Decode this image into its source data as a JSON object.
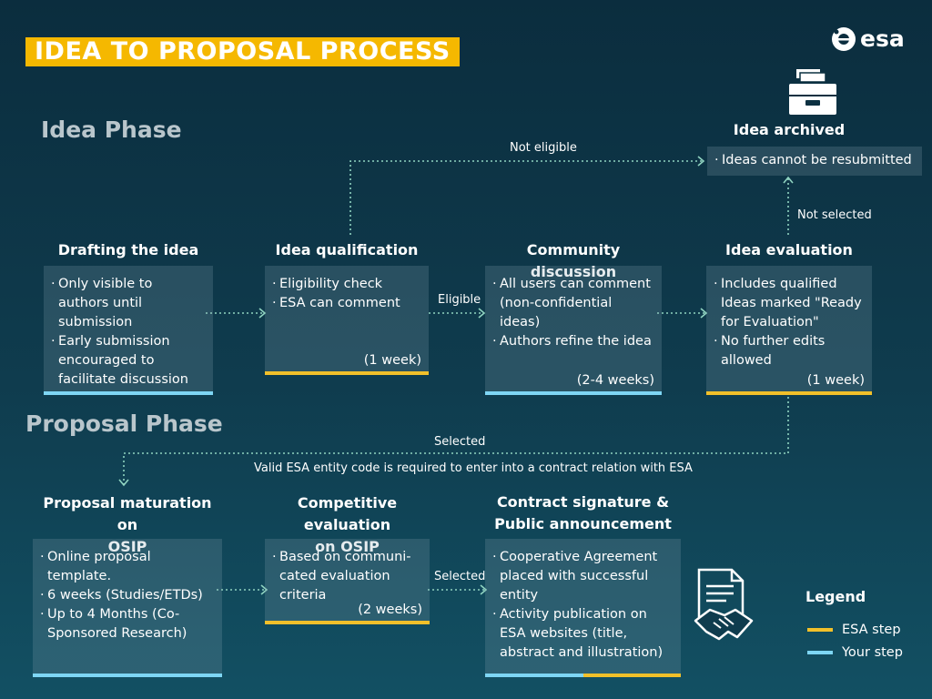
{
  "title": "IDEA TO PROPOSAL PROCESS",
  "logo": {
    "text": "esa",
    "icon": "esa-logo-icon"
  },
  "phases": {
    "idea": "Idea Phase",
    "proposal": "Proposal Phase"
  },
  "steps": {
    "drafting": {
      "title": "Drafting the idea",
      "items": [
        "Only visible to authors until submission",
        "Early submission encouraged to facilitate discussion"
      ],
      "duration": "",
      "owner": "Your step"
    },
    "qualification": {
      "title": "Idea qualification",
      "items": [
        "Eligibility check",
        "ESA can comment"
      ],
      "duration": "(1 week)",
      "owner": "ESA step"
    },
    "discussion": {
      "title": "Community discussion",
      "items": [
        "All users can comment (non-confidential ideas)",
        "Authors refine the idea"
      ],
      "duration": "(2-4 weeks)",
      "owner": "Your step"
    },
    "evaluation": {
      "title": "Idea evaluation",
      "items": [
        "Includes qualified Ideas marked \"Ready for Evaluation\"",
        "No further edits allowed"
      ],
      "duration": "(1 week)",
      "owner": "ESA step"
    },
    "archived": {
      "title": "Idea archived",
      "items": [
        "Ideas cannot be resubmitted"
      ],
      "icon": "archive-drawer-icon"
    },
    "maturation": {
      "title_line1": "Proposal maturation on",
      "title_line2": "OSIP",
      "items": [
        "Online proposal template.",
        "6 weeks (Studies/ETDs)",
        "Up to 4 Months (Co-Sponsored Research)"
      ],
      "owner": "Your step"
    },
    "competitive": {
      "title_line1": "Competitive evaluation",
      "title_line2": "on OSIP",
      "items": [
        "Based on communi-cated evaluation criteria"
      ],
      "duration": "(2 weeks)",
      "owner": "ESA step"
    },
    "contract": {
      "title_line1": "Contract signature &",
      "title_line2": "Public announcement",
      "items": [
        "Cooperative Agreement placed with successful entity",
        "Activity publication on ESA websites (title, abstract and illustration)"
      ],
      "owner": "Your step / ESA step",
      "icon": "contract-handshake-icon"
    }
  },
  "arrows": {
    "not_eligible": "Not eligible",
    "eligible": "Eligible",
    "not_selected": "Not selected",
    "selected": "Selected",
    "selected2": "Selected",
    "entity_note": "Valid ESA entity code is required to enter into a contract relation with ESA"
  },
  "legend": {
    "title": "Legend",
    "esa": "ESA step",
    "your": "Your step"
  },
  "colors": {
    "esa_step": "#f2c02a",
    "your_step": "#7ed6f4",
    "title_bg": "#f5b800"
  }
}
